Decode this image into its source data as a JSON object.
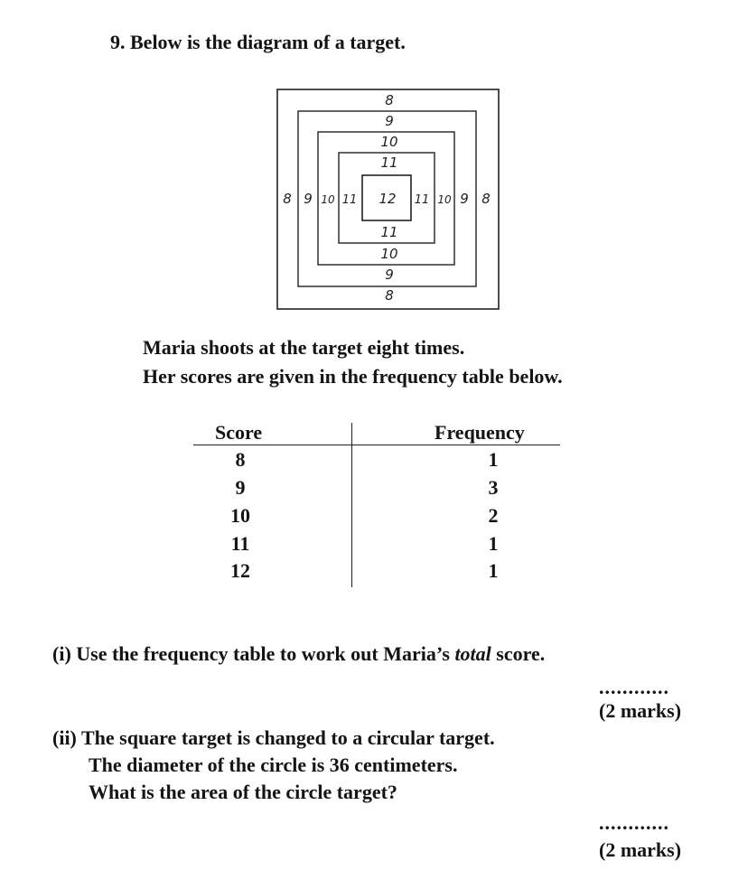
{
  "question": {
    "title": "9. Below is the diagram of a target.",
    "intro_line1": "Maria shoots at the target eight times.",
    "intro_line2": "Her scores are given in the frequency table below."
  },
  "target_diagram": {
    "ring_labels": [
      "8",
      "9",
      "10",
      "11",
      "12"
    ]
  },
  "table": {
    "headers": [
      "Score",
      "Frequency"
    ],
    "rows": [
      {
        "score": "8",
        "frequency": "1"
      },
      {
        "score": "9",
        "frequency": "3"
      },
      {
        "score": "10",
        "frequency": "2"
      },
      {
        "score": "11",
        "frequency": "1"
      },
      {
        "score": "12",
        "frequency": "1"
      }
    ]
  },
  "part_i": {
    "text_before": "(i) Use the frequency table to work out Maria’s ",
    "text_em": "total",
    "text_after": " score.",
    "answer_dots": "............",
    "marks": "(2 marks)"
  },
  "part_ii": {
    "line1": "(ii) The square target is changed to a circular target.",
    "line2": "The diameter of the circle is 36 centimeters.",
    "line3": "What is the area of the circle target?",
    "answer_dots": "............",
    "marks": "(2 marks)"
  }
}
